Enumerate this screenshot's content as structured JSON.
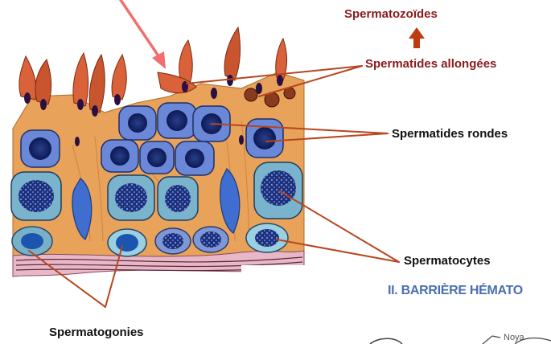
{
  "labels": {
    "spermatozoides": "Spermatozoïdes",
    "spermatides_allongees": "Spermatides allongées",
    "spermatides_rondes": "Spermatides rondes",
    "spermatocytes": "Spermatocytes",
    "barriere": "II. BARRIÈRE HÉMATO",
    "spermatogonies": "Spermatogonies",
    "noya": "Noya"
  },
  "colors": {
    "label_dark_red": "#8b1a1a",
    "label_black": "#111111",
    "heading_blue": "#4a6fb0",
    "pointer_arrow": "#f07070",
    "leader_lines": "#b8451f",
    "sertoli_cytoplasm": "#e8a25a",
    "cell_blue": "#6f8fe0",
    "basement_membrane": "#e8b8c8"
  }
}
